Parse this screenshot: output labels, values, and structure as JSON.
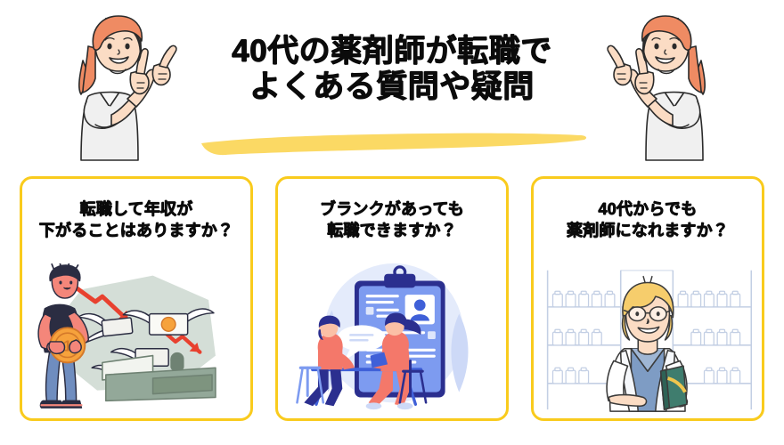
{
  "page": {
    "background_color": "#ffffff",
    "accent_color": "#f9cb1d",
    "text_color": "#0b0b0b"
  },
  "header": {
    "title_line1": "40代の薬剤師が転職で",
    "title_line2": "よくある質問や疑問",
    "underline": {
      "name": "yellow-brush-underline",
      "color": "#fbd964"
    },
    "mascot_left": {
      "name": "pointing-woman-illustration-left",
      "description": "オレンジ髪の女性が両手の人差し指で指差している",
      "hair_color": "#ef8b63",
      "shirt_color": "#f0f0f0",
      "skin_color": "#fbdcc4"
    },
    "mascot_right": {
      "name": "pointing-woman-illustration-right",
      "description": "オレンジ髪の女性が両手の人差し指で指差している（左右反転）",
      "hair_color": "#ef8b63",
      "shirt_color": "#f0f0f0",
      "skin_color": "#fbdcc4"
    }
  },
  "cards": [
    {
      "id": "card-salary-decrease",
      "title_line1": "転職して年収が",
      "title_line2": "下がることはありますか？",
      "border_color": "#f9cb1d",
      "illustration": {
        "name": "money-flying-away-illustration",
        "description": "男性が大きなコインを抱え、羽の生えた紙幣が飛び去り、赤い下降矢印と財布が描かれている",
        "colors": {
          "backdrop": "#ccd8d0",
          "shirt": "#2b2d42",
          "pants": "#6f8dbf",
          "skin": "#f4867a",
          "coin": "#f6a23c",
          "arrow": "#e8412f",
          "wallet": "#93a899"
        }
      }
    },
    {
      "id": "card-career-blank",
      "title_line1": "ブランクがあっても",
      "title_line2": "転職できますか？",
      "border_color": "#f9cb1d",
      "illustration": {
        "name": "job-interview-illustration",
        "description": "大きな履歴書のクリップボードを背景に、面接官と応募者がテーブルで向かい合い吹き出しが出ている",
        "colors": {
          "backdrop": "#e4ebfb",
          "clipboard": "#7d9bf0",
          "clipboard_outline": "#2b2f8f",
          "person": "#f4786a",
          "skin": "#fbc0a6",
          "hair": "#2b2f8f"
        }
      }
    },
    {
      "id": "card-become-pharmacist",
      "title_line1": "40代からでも",
      "title_line2": "薬剤師になれますか？",
      "border_color": "#f9cb1d",
      "illustration": {
        "name": "pharmacist-at-shelves-illustration",
        "description": "眼鏡をかけた白衣の女性薬剤師が薬の箱を持ち、背後に薬の棚が並んでいる",
        "colors": {
          "hair": "#f6cd6c",
          "coat": "#ffffff",
          "shirt": "#7e9cc4",
          "skin": "#fbdcc4",
          "shelves": "#c3cfe4",
          "medicine_box": "#3f7d6e"
        }
      }
    }
  ]
}
